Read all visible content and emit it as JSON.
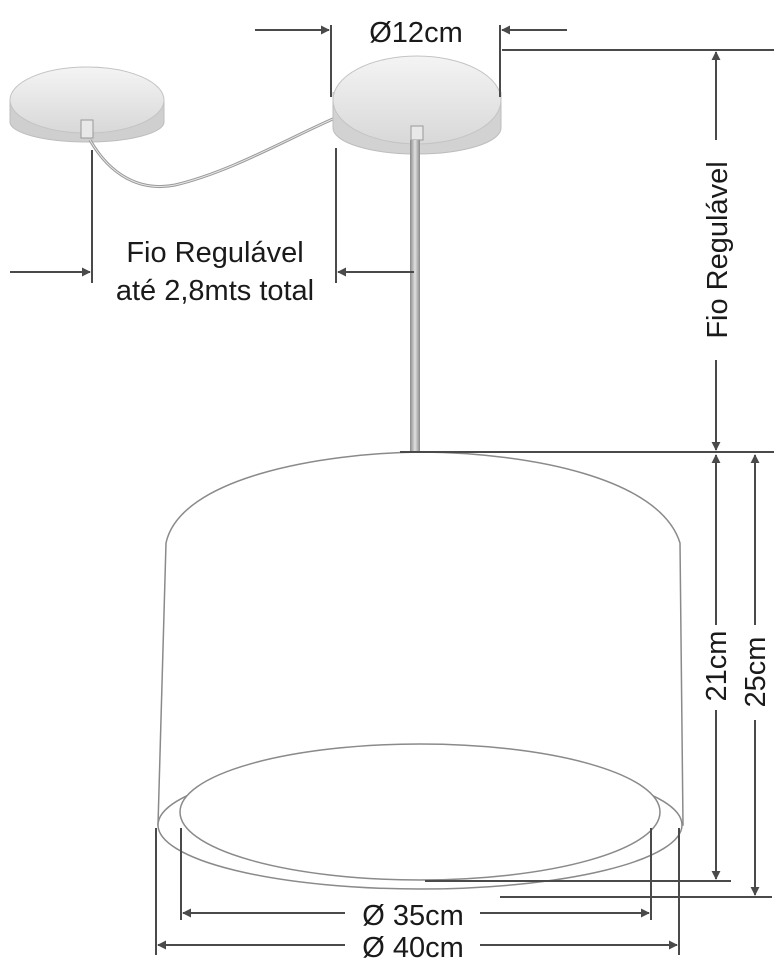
{
  "labels": {
    "canopy_diameter": "Ø12cm",
    "wire_left_line1": "Fio Regulável",
    "wire_left_line2": "até 2,8mts total",
    "wire_right": "Fio Regulável",
    "shade_height": "21cm",
    "total_height": "25cm",
    "inner_diameter": "Ø 35cm",
    "outer_diameter": "Ø 40cm"
  },
  "colors": {
    "line": "#4a4a4a",
    "outline": "#7a7a7a",
    "shade_fill": "#ffffff",
    "rod": "#b8b8b8"
  }
}
